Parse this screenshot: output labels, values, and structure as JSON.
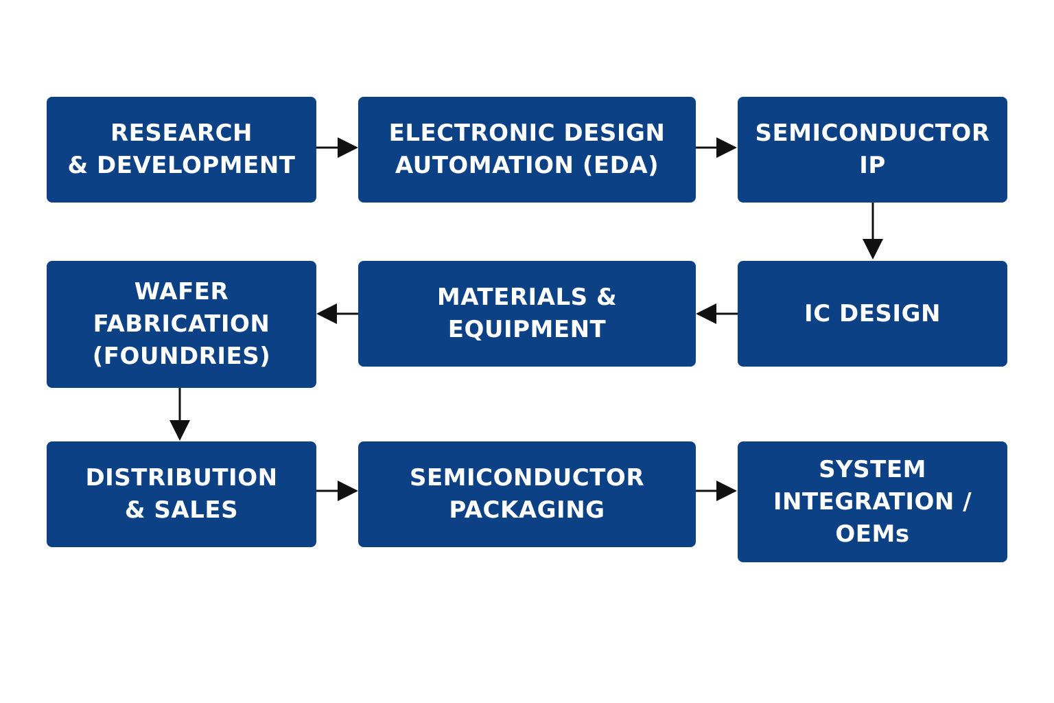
{
  "colors": {
    "box_fill": "#0d4186",
    "box_text": "#ffffff",
    "arrow": "#111111",
    "background": "#ffffff"
  },
  "nodes": {
    "rnd": {
      "label": "RESEARCH\n& DEVELOPMENT"
    },
    "eda": {
      "label": "ELECTRONIC DESIGN\nAUTOMATION (EDA)"
    },
    "ip": {
      "label": "SEMICONDUCTOR\nIP"
    },
    "ic_design": {
      "label": "IC DESIGN"
    },
    "materials": {
      "label": "MATERIALS &\nEQUIPMENT"
    },
    "wafer": {
      "label": "WAFER\nFABRICATION\n(FOUNDRIES)"
    },
    "distribution": {
      "label": "DISTRIBUTION\n& SALES"
    },
    "packaging": {
      "label": "SEMICONDUCTOR\nPACKAGING"
    },
    "system": {
      "label": "SYSTEM\nINTEGRATION /\nOEMs"
    }
  },
  "edges": [
    {
      "from": "rnd",
      "to": "eda"
    },
    {
      "from": "eda",
      "to": "ip"
    },
    {
      "from": "ip",
      "to": "ic_design"
    },
    {
      "from": "ic_design",
      "to": "materials"
    },
    {
      "from": "materials",
      "to": "wafer"
    },
    {
      "from": "wafer",
      "to": "distribution"
    },
    {
      "from": "distribution",
      "to": "packaging"
    },
    {
      "from": "packaging",
      "to": "system"
    }
  ]
}
